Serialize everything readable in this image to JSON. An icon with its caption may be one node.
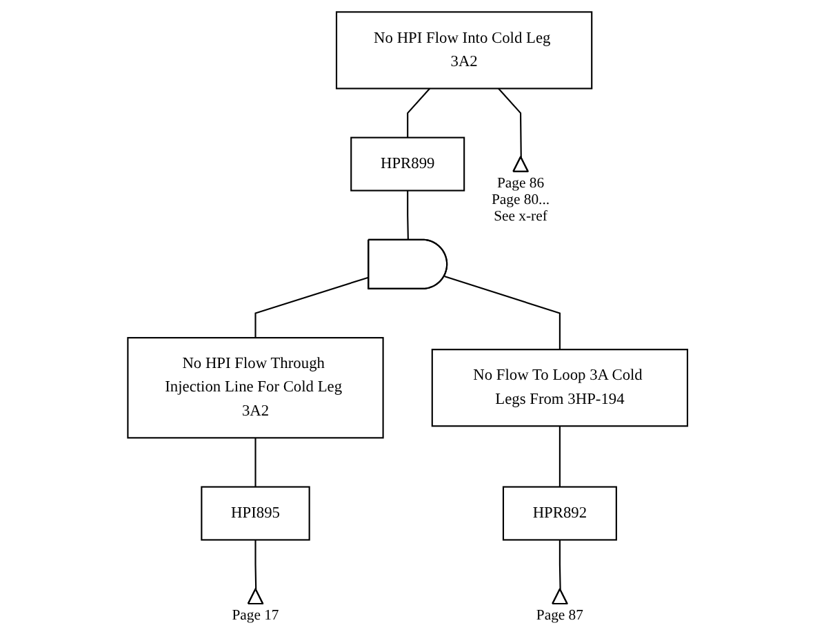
{
  "diagram": {
    "nodes": [
      {
        "text": [
          "No HPI Flow Into Cold Leg 3A2"
        ]
      },
      {
        "text": [
          "HPR899"
        ]
      },
      {
        "text": [],
        "shape": "triangle",
        "beside": [
          "Page 86",
          "Page 80...",
          "See x-ref"
        ]
      },
      {
        "text": [],
        "shape": "gate"
      },
      {
        "text": [
          "No HPI Flow Through Injection Line For Cold Leg 3A2"
        ]
      },
      {
        "text": [
          "HPI895"
        ]
      },
      {
        "text": [],
        "shape": "triangle",
        "beside": [
          "Page 17"
        ]
      },
      {
        "text": [
          "No Flow To Loop 3A Cold Legs From 3HP-194"
        ]
      },
      {
        "text": [
          "HPR892"
        ]
      },
      {
        "text": [],
        "shape": "triangle",
        "beside": [
          "Page 87"
        ]
      }
    ],
    "edges": [
      {
        "from": 0,
        "to": 1,
        "arrow": "none"
      },
      {
        "from": 0,
        "to": 2,
        "arrow": "none"
      },
      {
        "from": 1,
        "to": 3,
        "arrow": "none"
      },
      {
        "from": 3,
        "to": 4,
        "arrow": "none"
      },
      {
        "from": 3,
        "to": 7,
        "arrow": "none"
      },
      {
        "from": 4,
        "to": 5,
        "arrow": "none"
      },
      {
        "from": 5,
        "to": 6,
        "arrow": "none"
      },
      {
        "from": 7,
        "to": 8,
        "arrow": "none"
      },
      {
        "from": 8,
        "to": 9,
        "arrow": "none"
      }
    ]
  }
}
